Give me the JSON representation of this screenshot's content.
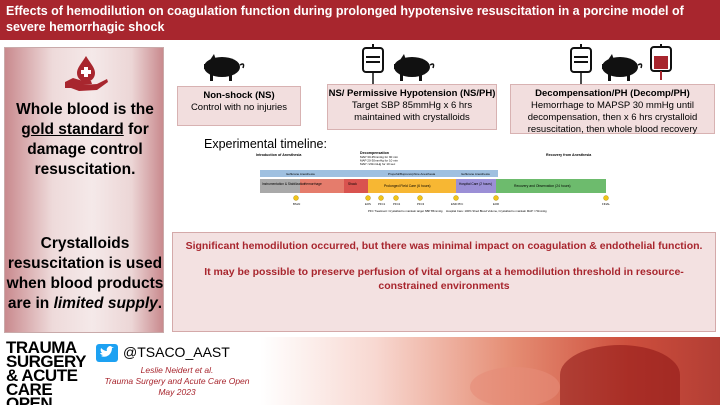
{
  "title": "Effects of hemodilution on coagulation function during prolonged hypotensive resuscitation in a porcine model of severe hemorrhagic shock",
  "left_panel": {
    "line1_a": "Whole blood is the",
    "line1_b": "gold standard",
    "line1_c": "for damage control resuscitation.",
    "line2_a": "Crystalloids resuscitation is used when blood products are in",
    "line2_b": "limited supply",
    "line2_c": "."
  },
  "groups": [
    {
      "title": "Non-shock (NS)",
      "desc": "Control with no injuries"
    },
    {
      "title": "NS/ Permissive Hypotension (NS/PH)",
      "desc": "Target SBP 85mmHg x 6 hrs maintained with crystalloids"
    },
    {
      "title": "Decompensation/PH (Decomp/PH)",
      "desc": "Hemorrhage to MAPSP 30 mmHg until decompensation, then x 6 hrs crystalloid resuscitation, then whole blood recovery"
    }
  ],
  "timeline": {
    "label": "Experimental timeline:",
    "phases": [
      "Introduction of Anesthesia",
      "Decompensation",
      "Recovery from Anesthesia"
    ],
    "notes": [
      "MAP 30-35mmHg for 90 min",
      "MAP 20-30mmHg for 10 min",
      "MAP <20mmHg for 10 sec"
    ],
    "bars": [
      "Instrumentation & Stabilization",
      "Hemorrhage",
      "Shock",
      "Prolonged Field Care (6 hours)",
      "Hospital Care (2 hours)",
      "Recovery and Observation (24 hours)"
    ],
    "stage_labels": [
      "Isoflurane Anesthesia",
      "Propofol/Buprenorphine Anesthesia",
      "Isoflurane Anesthesia"
    ],
    "markers": [
      "BSLN",
      "EOS",
      "PFC1",
      "PFC2",
      "PFC3",
      "END PFC",
      "EOR",
      "FINAL"
    ],
    "pfc_note": "PFC Treatment: Crystalloid to maintain target SBP 85mmHg",
    "hospital_note": "Hospital Care: 100% Shed Blood Volume, Crystalloid to maintain MAP >70mmHg"
  },
  "results": {
    "r1": "Significant hemodilution occurred, but there was minimal impact on coagulation & endothelial function.",
    "r2": "It may be possible to preserve perfusion of vital organs at a hemodilution threshold in resource-constrained environments"
  },
  "footer": {
    "journal_line1": "TRAUMA",
    "journal_line2": "SURGERY",
    "journal_line3": "& ACUTE",
    "journal_line4": "CARE OPEN",
    "twitter": "@TSACO_AAST",
    "citation1": "Leslie Neidert et al.",
    "citation2": "Trauma Surgery and Acute Care Open",
    "citation3": "May 2023"
  },
  "colors": {
    "brand": "#a8262e",
    "panel": "#f2dede",
    "twitter": "#1da1f2"
  }
}
